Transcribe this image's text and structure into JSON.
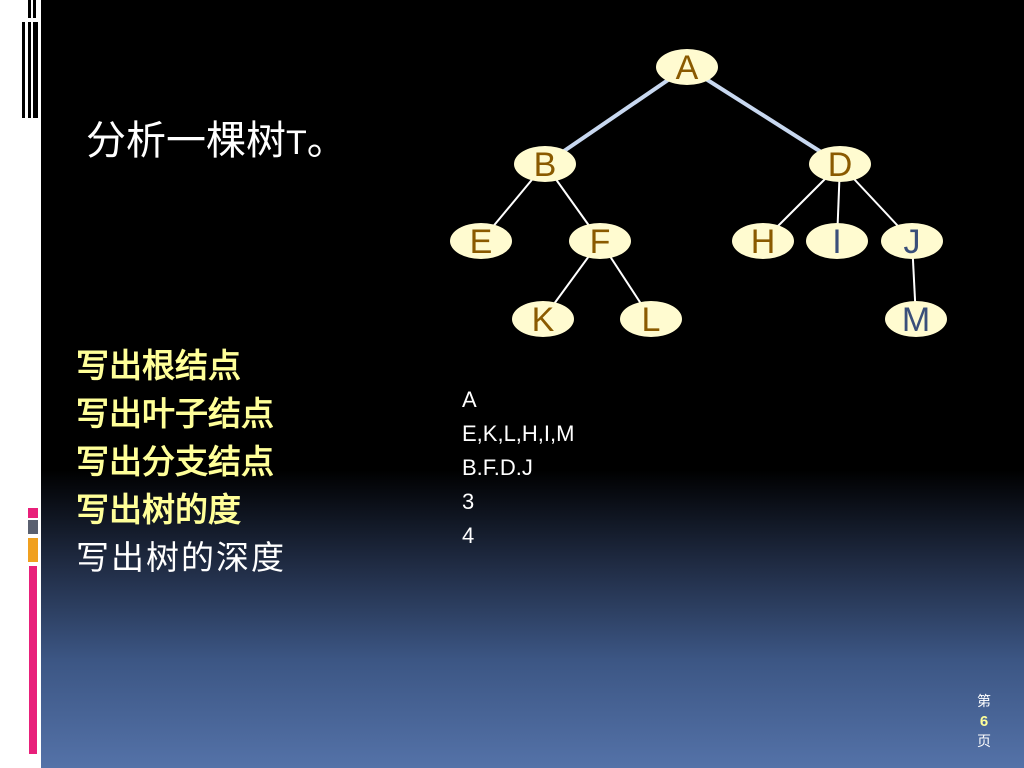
{
  "slide": {
    "title_prefix": "分析一棵树",
    "title_var": "T",
    "title_suffix": "。",
    "questions": [
      {
        "text": "写出根结点",
        "style": "bold"
      },
      {
        "text": "写出叶子结点",
        "style": "bold"
      },
      {
        "text": "写出分支结点",
        "style": "bold"
      },
      {
        "text": "写出树的度",
        "style": "bold"
      },
      {
        "text": "写出树的深度",
        "style": "plain"
      }
    ],
    "answers": [
      "A",
      "E,K,L,H,I,M",
      "B.F.D.J",
      "3",
      "4"
    ],
    "page": {
      "prefix": "第",
      "number": "6",
      "suffix": "页"
    }
  },
  "tree": {
    "nodes": [
      {
        "id": "A"
      },
      {
        "id": "B"
      },
      {
        "id": "D"
      },
      {
        "id": "E"
      },
      {
        "id": "F"
      },
      {
        "id": "H"
      },
      {
        "id": "I"
      },
      {
        "id": "J"
      },
      {
        "id": "K"
      },
      {
        "id": "L"
      },
      {
        "id": "M"
      }
    ],
    "edges": [
      [
        "A",
        "B"
      ],
      [
        "A",
        "D"
      ],
      [
        "B",
        "E"
      ],
      [
        "B",
        "F"
      ],
      [
        "F",
        "K"
      ],
      [
        "F",
        "L"
      ],
      [
        "D",
        "H"
      ],
      [
        "D",
        "I"
      ],
      [
        "D",
        "J"
      ],
      [
        "J",
        "M"
      ]
    ]
  },
  "colors": {
    "node_fill": "#fffbd0",
    "node_text": "#8a5a00",
    "node_text_blue": "#3a4f7a",
    "edge_top": "#c8d8f0",
    "edge": "#ffffff",
    "question": "#ffff99",
    "accent_pink": "#e8207a",
    "accent_orange": "#f0a020"
  }
}
